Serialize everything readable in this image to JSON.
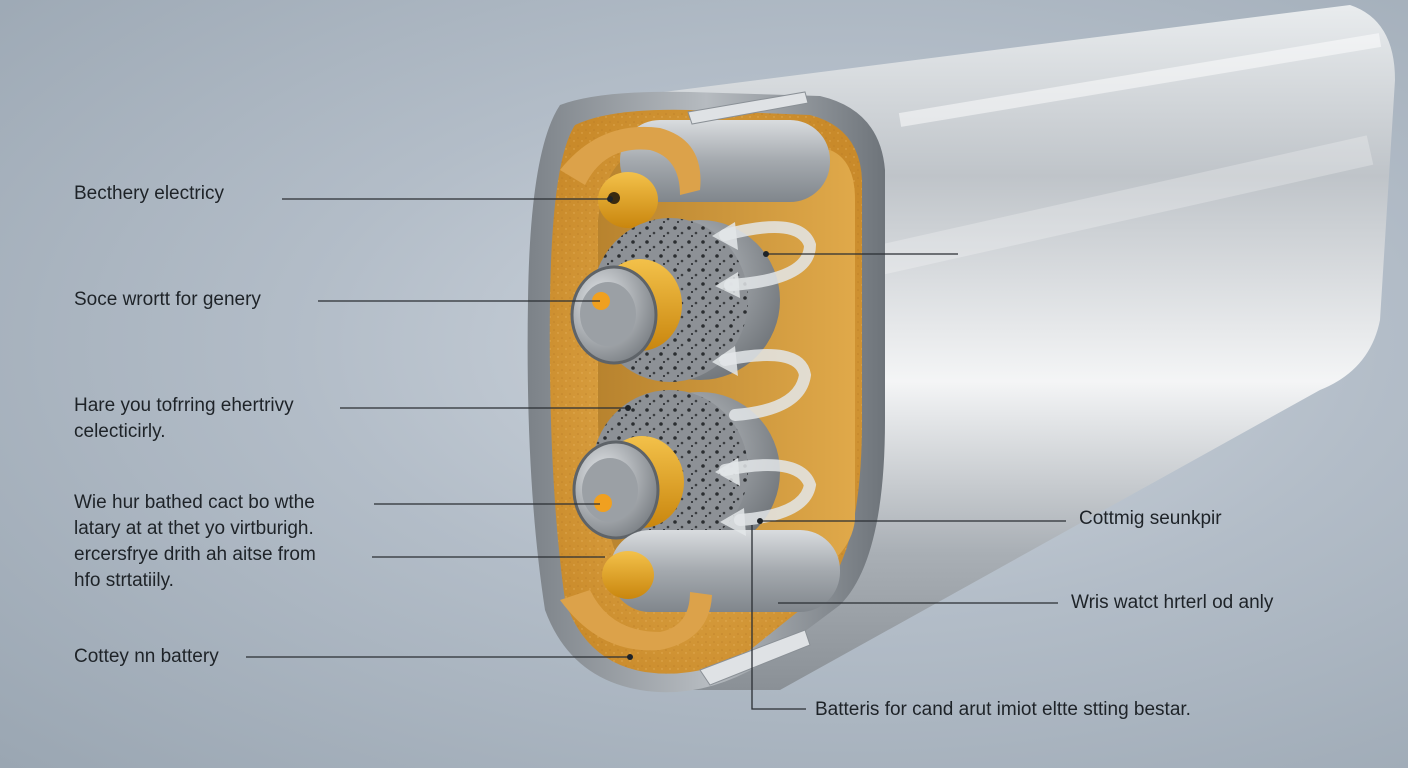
{
  "labels_left": [
    {
      "id": "l1",
      "lines": [
        "Becthery electricy"
      ]
    },
    {
      "id": "l2",
      "lines": [
        "Soce wrortt for genery"
      ]
    },
    {
      "id": "l3",
      "lines": [
        "Hare you tofrring ehertrivy",
        "celecticirly."
      ]
    },
    {
      "id": "l4",
      "lines": [
        "Wie hur bathed cact bo wthe",
        "latary at at thet yo virtburigh.",
        "ercersfrye drith ah aitse from",
        "hfo strtatiily."
      ]
    },
    {
      "id": "l5",
      "lines": [
        "Cottey nn battery"
      ]
    }
  ],
  "labels_right": [
    {
      "id": "r1",
      "lines": [
        "Cottmig seunkpir"
      ]
    },
    {
      "id": "r2",
      "lines": [
        "Wris watct hrterl od anly"
      ]
    },
    {
      "id": "r3",
      "lines": [
        "Batteris for cand arut imiot eltte stting bestar."
      ]
    }
  ],
  "colors": {
    "background": "#b3bdc8",
    "metal": "#c4c9ce",
    "insulation": "#d9a040",
    "copper": "#e6a020",
    "core": "#8e9297",
    "line": "#2a2e33",
    "text": "#1e2328"
  }
}
